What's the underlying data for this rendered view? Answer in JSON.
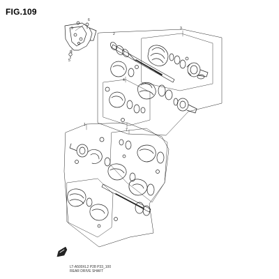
{
  "figure": {
    "title": "FIG.109"
  },
  "caption": {
    "model_code": "LT-A500XL2 P28 P33_100",
    "part_name": "REAR DRIVE SHAFT"
  },
  "callouts": [
    "1",
    "2",
    "3",
    "4",
    "5",
    "6",
    "7",
    "8",
    "9"
  ],
  "icon": {
    "name": "direction-arrow-icon"
  }
}
